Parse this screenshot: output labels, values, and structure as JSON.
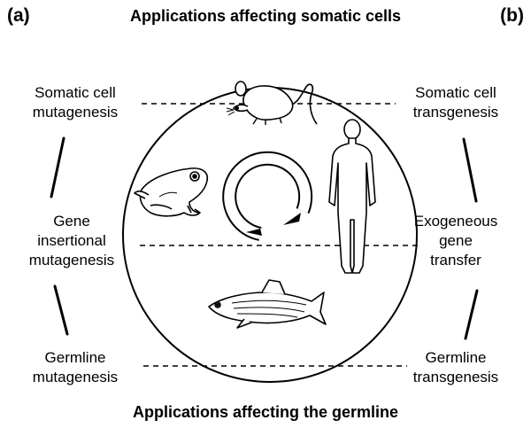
{
  "panel_labels": {
    "left": "(a)",
    "right": "(b)"
  },
  "headings": {
    "top": "Applications affecting somatic cells",
    "bottom": "Applications affecting the germline"
  },
  "left_column": {
    "somatic": [
      "Somatic cell",
      "mutagenesis"
    ],
    "insertional": [
      "Gene",
      "insertional",
      "mutagenesis"
    ],
    "germline": [
      "Germline",
      "mutagenesis"
    ]
  },
  "right_column": {
    "somatic": [
      "Somatic cell",
      "transgenesis"
    ],
    "transfer": [
      "Exogeneous",
      "gene",
      "transfer"
    ],
    "germline": [
      "Germline",
      "transgenesis"
    ]
  },
  "organisms": [
    "mouse-icon",
    "frog-icon",
    "human-icon",
    "zebrafish-icon",
    "plasmid-icon"
  ]
}
